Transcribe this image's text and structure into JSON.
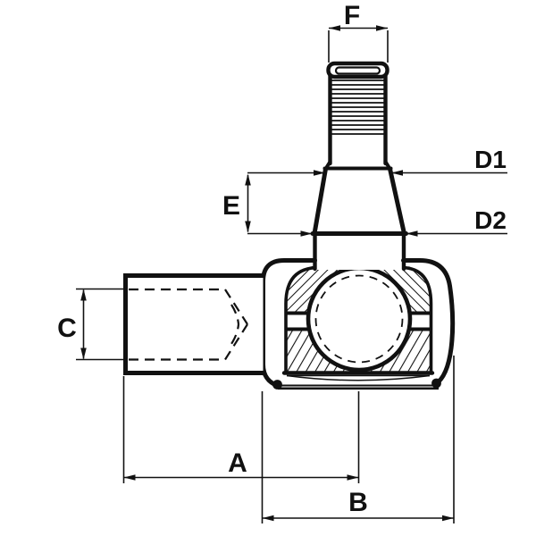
{
  "diagram": {
    "type": "technical-drawing",
    "subject": "ball-joint-tie-rod-end-cross-section",
    "background_color": "#ffffff",
    "line_color": "#111111",
    "labels": {
      "f": "F",
      "d1": "D1",
      "d2": "D2",
      "e": "E",
      "c": "C",
      "a": "A",
      "b": "B"
    }
  }
}
